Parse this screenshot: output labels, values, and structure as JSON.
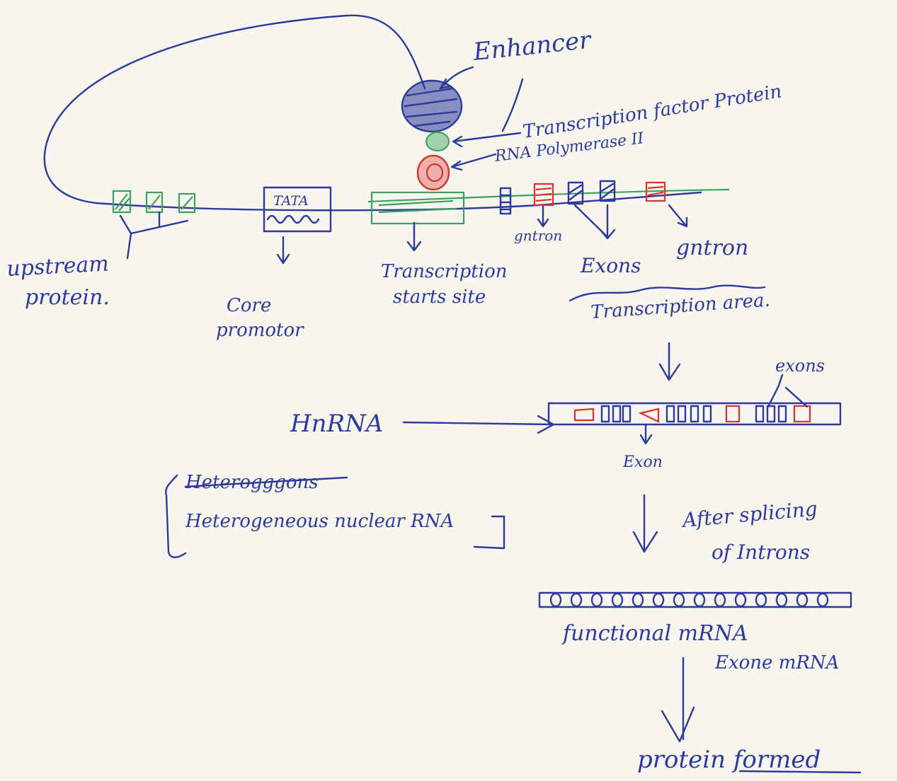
{
  "labels": {
    "enhancer": "Enhancer",
    "tf_protein": "Transcription factor Protein",
    "rna_pol": "RNA Polymerase II",
    "upstream_line1": "upstream",
    "upstream_line2": "protein.",
    "tata": "TATA",
    "core_line1": "Core",
    "core_line2": "promotor",
    "tss_line1": "Transcription",
    "tss_line2": "starts site",
    "intron_small": "gntron",
    "exons": "Exons",
    "intron_right": "gntron",
    "transcription_area": "Transcription area.",
    "hnrna": "HnRNA",
    "exons_small": "exons",
    "exon_below": "Exon",
    "hetero_strike": "Heterogggons",
    "hetero_full": "Heterogeneous nuclear RNA",
    "after_line1": "After splicing",
    "after_line2": "of Introns",
    "functional_mrna": "functional mRNA",
    "exone_mrna": "Exone mRNA",
    "protein_formed": "protein formed"
  },
  "colors": {
    "ink_blue": "#2b3a9c",
    "ink_green": "#3aa15a",
    "ink_red": "#d8342e",
    "paper": "#f7f5ee"
  }
}
